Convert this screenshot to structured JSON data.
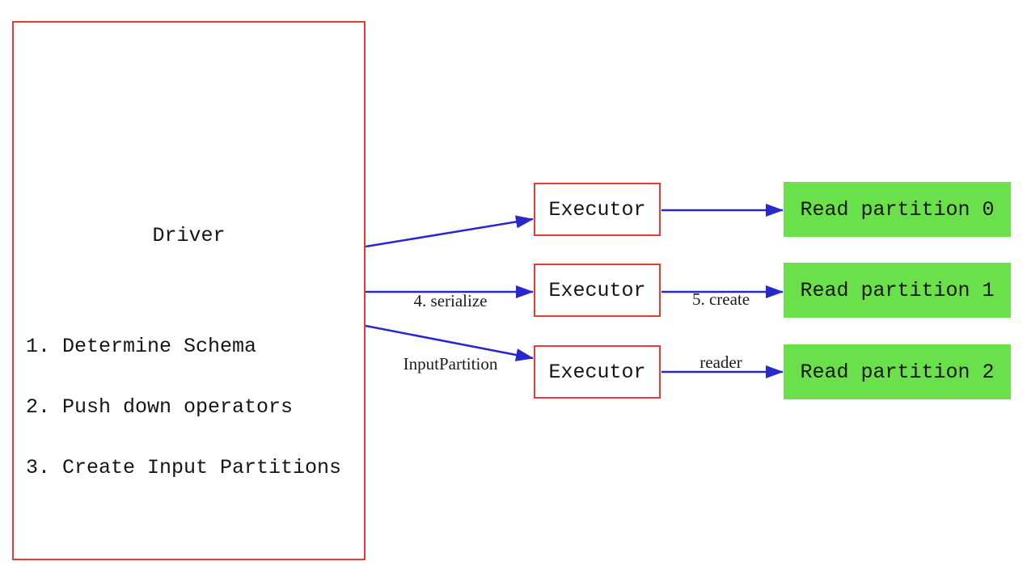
{
  "diagram": {
    "colors": {
      "red": "#ea3c2e",
      "blue": "#2828cc",
      "green": "#6ae04a",
      "text": "#151515"
    },
    "driver": {
      "title": "Driver",
      "steps": [
        "1. Determine Schema",
        "2. Push down operators",
        "3. Create Input Partitions"
      ]
    },
    "executors": [
      {
        "label": "Executor"
      },
      {
        "label": "Executor"
      },
      {
        "label": "Executor"
      }
    ],
    "partitions": [
      {
        "label": "Read partition 0"
      },
      {
        "label": "Read partition 1"
      },
      {
        "label": "Read partition 2"
      }
    ],
    "arrow_labels": {
      "serialize": {
        "line1": "4. serialize",
        "line2": "InputPartition"
      },
      "create_reader": {
        "line1": "5. create",
        "line2": "reader"
      }
    }
  }
}
